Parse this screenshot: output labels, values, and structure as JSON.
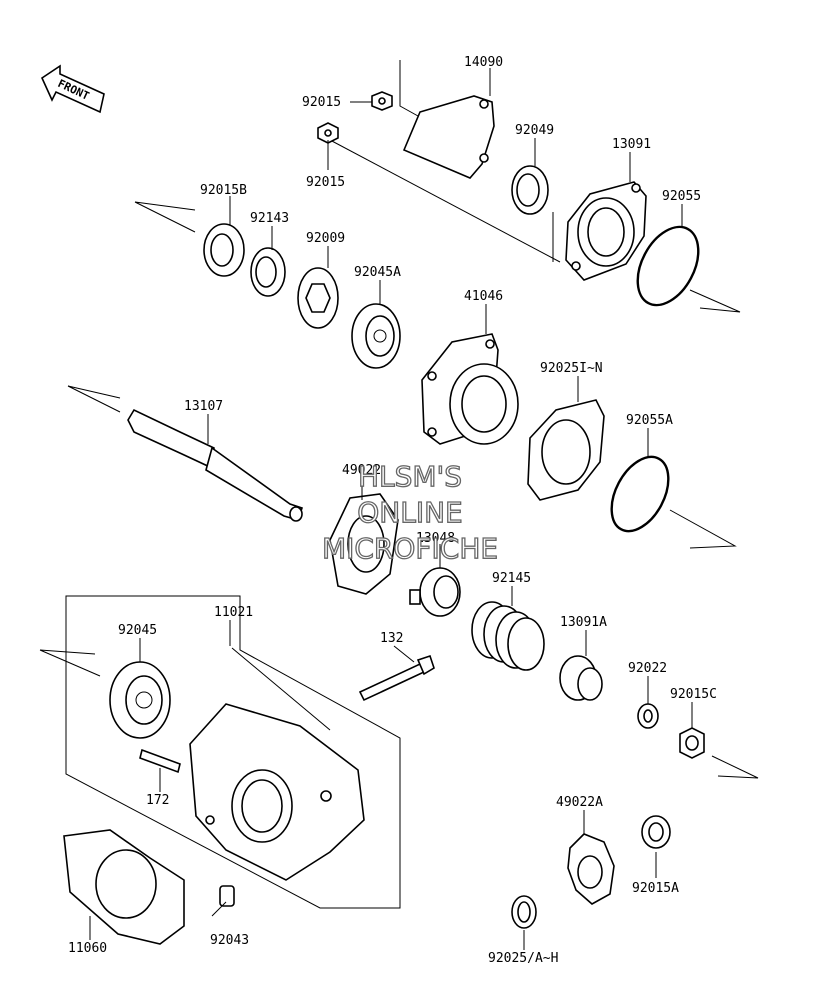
{
  "diagram": {
    "front_label": "FRONT",
    "watermark": [
      "HLSM'S",
      "ONLINE",
      "MICROFICHE"
    ],
    "parts": [
      {
        "id": "p14090",
        "label": "14090"
      },
      {
        "id": "p92015_top",
        "label": "92015"
      },
      {
        "id": "p92015_mid",
        "label": "92015"
      },
      {
        "id": "p92049",
        "label": "92049"
      },
      {
        "id": "p13091",
        "label": "13091"
      },
      {
        "id": "p92015B",
        "label": "92015B"
      },
      {
        "id": "p92143",
        "label": "92143"
      },
      {
        "id": "p92009",
        "label": "92009"
      },
      {
        "id": "p92045A",
        "label": "92045A"
      },
      {
        "id": "p92055",
        "label": "92055"
      },
      {
        "id": "p41046",
        "label": "41046"
      },
      {
        "id": "p92025IN",
        "label": "92025I~N"
      },
      {
        "id": "p13107",
        "label": "13107"
      },
      {
        "id": "p92055A",
        "label": "92055A"
      },
      {
        "id": "p49022",
        "label": "49022"
      },
      {
        "id": "p13048",
        "label": "13048"
      },
      {
        "id": "p92145",
        "label": "92145"
      },
      {
        "id": "p13091A",
        "label": "13091A"
      },
      {
        "id": "p11021",
        "label": "11021"
      },
      {
        "id": "p92045",
        "label": "92045"
      },
      {
        "id": "p132",
        "label": "132"
      },
      {
        "id": "p92022",
        "label": "92022"
      },
      {
        "id": "p92015C",
        "label": "92015C"
      },
      {
        "id": "p172",
        "label": "172"
      },
      {
        "id": "p49022A",
        "label": "49022A"
      },
      {
        "id": "p92015A",
        "label": "92015A"
      },
      {
        "id": "p11060",
        "label": "11060"
      },
      {
        "id": "p92043",
        "label": "92043"
      },
      {
        "id": "p92025AH",
        "label": "92025/A~H"
      }
    ]
  }
}
